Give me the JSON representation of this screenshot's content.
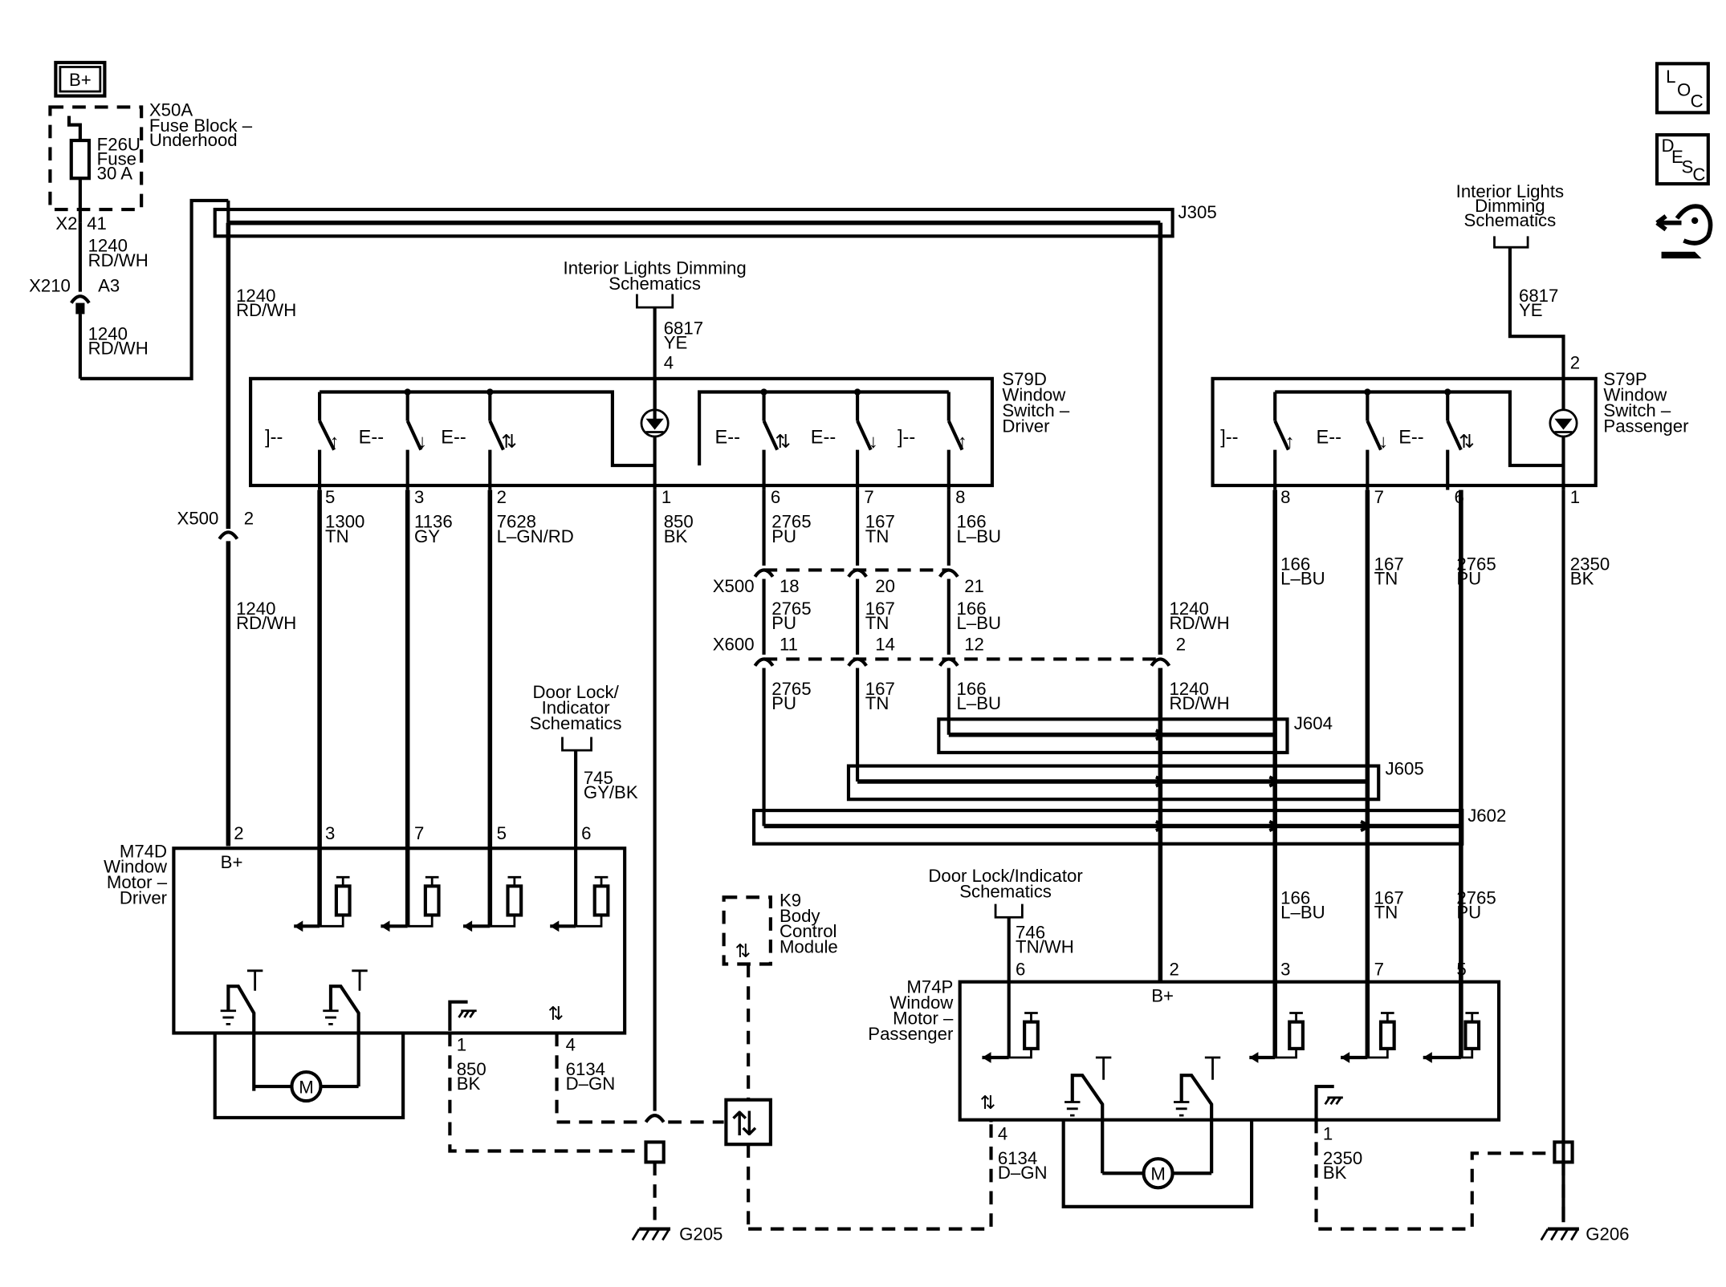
{
  "header": {
    "power_label": "B+"
  },
  "nav_icons": {
    "loc": [
      "L",
      "O",
      "C"
    ],
    "desc": [
      "D",
      "E",
      "S",
      "C"
    ],
    "link_icon": "connector-hand-icon"
  },
  "fuse_block": {
    "name": "X50A",
    "desc1": "Fuse Block –",
    "desc2": "Underhood",
    "fuse": "F26U",
    "fuse_word": "Fuse",
    "rating": "30 A",
    "conn": "X2",
    "pin": "41"
  },
  "inline_conn": {
    "x210": "X210",
    "x210_pin": "A3",
    "x500": "X500",
    "x500_pin": "2"
  },
  "wires": {
    "w1240_num": "1240",
    "w1240_color": "RD/WH",
    "w6817_num": "6817",
    "w6817_color": "YE",
    "w1300_num": "1300",
    "w1300_color": "TN",
    "w1136_num": "1136",
    "w1136_color": "GY",
    "w7628_num": "7628",
    "w7628_color": "L–GN/RD",
    "w850_num": "850",
    "w850_color": "BK",
    "w2765_num": "2765",
    "w2765_color": "PU",
    "w167_num": "167",
    "w167_color": "TN",
    "w166_num": "166",
    "w166_color": "L–BU",
    "w2350_num": "2350",
    "w2350_color": "BK",
    "w745_num": "745",
    "w745_color": "GY/BK",
    "w746_num": "746",
    "w746_color": "TN/WH",
    "w6134_num": "6134",
    "w6134_color": "D–GN"
  },
  "splices": {
    "j305": "J305",
    "j604": "J604",
    "j605": "J605",
    "j602": "J602"
  },
  "refs": {
    "dimming1": "Interior Lights Dimming",
    "dimming2": "Schematics",
    "dimming_p1": "Interior Lights",
    "dimming_p2": "Dimming",
    "dimming_p3": "Schematics",
    "doorlock1": "Door Lock/",
    "doorlock2": "Indicator",
    "doorlock3": "Schematics",
    "doorlock_p1": "Door Lock/Indicator",
    "doorlock_p2": "Schematics"
  },
  "s79d": {
    "name": "S79D",
    "l1": "Window",
    "l2": "Switch –",
    "l3": "Driver",
    "pin_power": "4",
    "pins": [
      "5",
      "3",
      "2",
      "1",
      "6",
      "7",
      "8"
    ]
  },
  "s79p": {
    "name": "S79P",
    "l1": "Window",
    "l2": "Switch –",
    "l3": "Passenger",
    "pin_power": "2",
    "pins": [
      "8",
      "7",
      "6",
      "1"
    ]
  },
  "connectors": {
    "x500": "X500",
    "x500_pins": [
      "18",
      "20",
      "21"
    ],
    "x600": "X600",
    "x600_pins": [
      "11",
      "14",
      "12",
      "2"
    ]
  },
  "m74d": {
    "name": "M74D",
    "l1": "Window",
    "l2": "Motor –",
    "l3": "Driver",
    "bplus": "B+",
    "pins": [
      "2",
      "3",
      "7",
      "5",
      "6",
      "1",
      "4"
    ]
  },
  "m74p": {
    "name": "M74P",
    "l1": "Window",
    "l2": "Motor –",
    "l3": "Passenger",
    "bplus": "B+",
    "pins": [
      "6",
      "2",
      "3",
      "7",
      "5",
      "4",
      "1"
    ]
  },
  "k9": {
    "name": "K9",
    "l1": "Body",
    "l2": "Control",
    "l3": "Module"
  },
  "grounds": {
    "g205": "G205",
    "g206": "G206"
  },
  "motor_symbol": "M"
}
